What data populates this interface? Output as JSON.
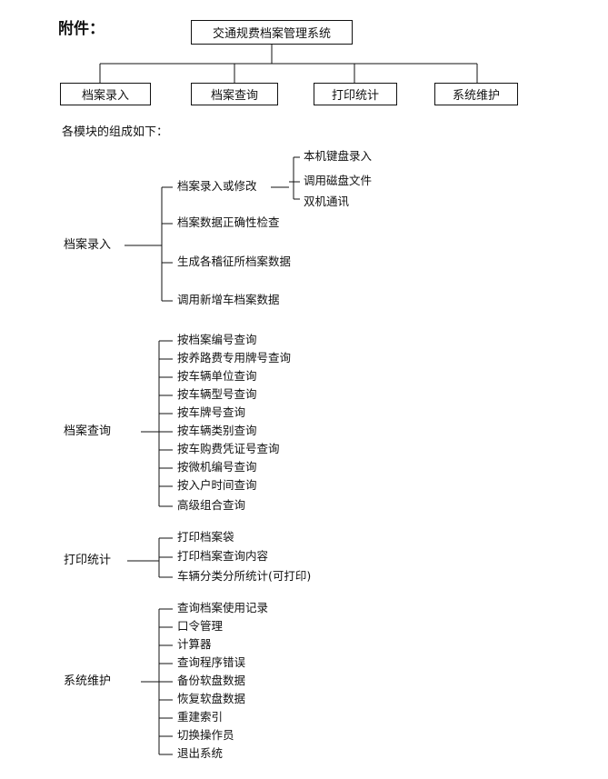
{
  "heading": "附件：",
  "system_title": "交通规费档案管理系统",
  "modules": [
    "档案录入",
    "档案查询",
    "打印统计",
    "系统维护"
  ],
  "composition_intro": "各模块的组成如下：",
  "groups": {
    "entry": {
      "label": "档案录入",
      "items": [
        "档案录入或修改",
        "档案数据正确性检查",
        "生成各稽征所档案数据",
        "调用新增车档案数据"
      ],
      "sub_items": [
        "本机键盘录入",
        "调用磁盘文件",
        "双机通讯"
      ]
    },
    "query": {
      "label": "档案查询",
      "items": [
        "按档案编号查询",
        "按养路费专用牌号查询",
        "按车辆单位查询",
        "按车辆型号查询",
        "按车牌号查询",
        "按车辆类别查询",
        "按车购费凭证号查询",
        "按微机编号查询",
        "按入户时间查询",
        "高级组合查询"
      ]
    },
    "print": {
      "label": "打印统计",
      "items": [
        "打印档案袋",
        "打印档案查询内容",
        "车辆分类分所统计(可打印)"
      ]
    },
    "maint": {
      "label": "系统维护",
      "items": [
        "查询档案使用记录",
        "口令管理",
        "计算器",
        "查询程序错误",
        "备份软盘数据",
        "恢复软盘数据",
        "重建索引",
        "切换操作员",
        "退出系统"
      ]
    }
  }
}
